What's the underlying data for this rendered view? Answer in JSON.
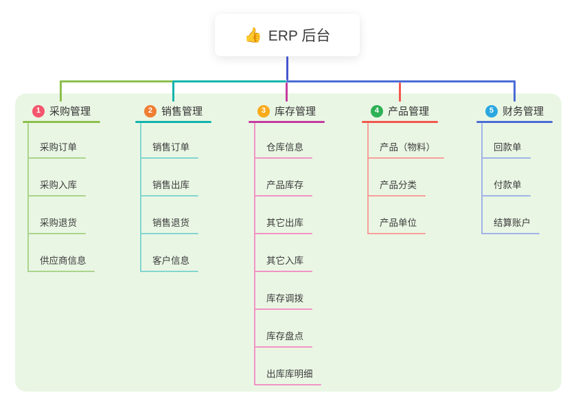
{
  "root": {
    "emoji": "👍",
    "label": "ERP 后台"
  },
  "branches": [
    {
      "number": "1",
      "label": "采购管理",
      "children": [
        "采购订单",
        "采购入库",
        "采购退货",
        "供应商信息"
      ]
    },
    {
      "number": "2",
      "label": "销售管理",
      "children": [
        "销售订单",
        "销售出库",
        "销售退货",
        "客户信息"
      ]
    },
    {
      "number": "3",
      "label": "库存管理",
      "children": [
        "仓库信息",
        "产品库存",
        "其它出库",
        "其它入库",
        "库存调拨",
        "库存盘点",
        "出库库明细"
      ]
    },
    {
      "number": "4",
      "label": "产品管理",
      "children": [
        "产品（物料）",
        "产品分类",
        "产品单位"
      ]
    },
    {
      "number": "5",
      "label": "财务管理",
      "children": [
        "回款单",
        "付款单",
        "结算账户"
      ]
    }
  ],
  "theme": {
    "branch_colors": [
      {
        "main": "#8cbf4d",
        "light": "#a9d48b",
        "badge": "#f4566e"
      },
      {
        "main": "#10b3ab",
        "light": "#82d5cf",
        "badge": "#ef7e33"
      },
      {
        "main": "#c43a9f",
        "light": "#f193c6",
        "badge": "#f9ab1c"
      },
      {
        "main": "#f2564d",
        "light": "#f79e99",
        "badge": "#2eb156"
      },
      {
        "main": "#4a6ad4",
        "light": "#9fb3e6",
        "badge": "#2aa7df"
      }
    ],
    "root_line": "#4556cd",
    "panel_bg": "#eaf6e4",
    "card_bg": "#ffffff",
    "ink": "#333333"
  }
}
